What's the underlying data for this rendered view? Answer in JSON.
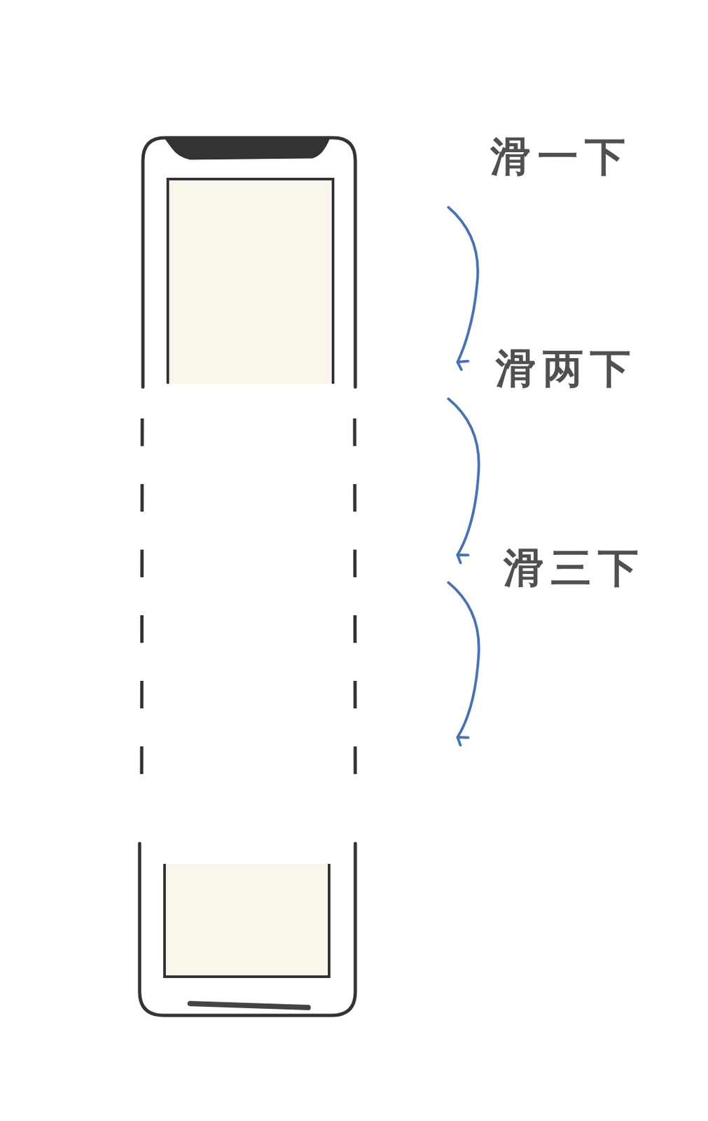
{
  "diagram": {
    "labels": [
      "滑一下",
      "滑两下",
      "滑三下"
    ]
  }
}
